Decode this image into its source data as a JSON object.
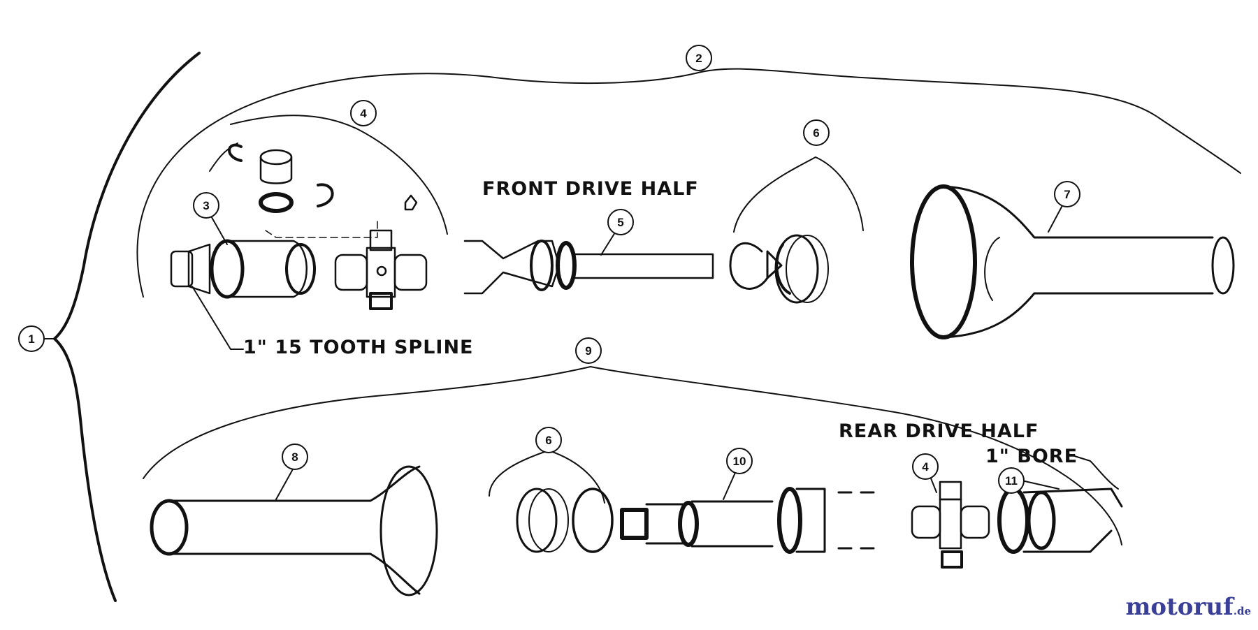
{
  "diagram": {
    "labels": {
      "front_drive_half": "FRONT DRIVE HALF",
      "spline": "1\" 15 TOOTH SPLINE",
      "rear_drive_half": "REAR DRIVE HALF",
      "bore": "1\" BORE"
    },
    "callouts": [
      "1",
      "2",
      "3",
      "4",
      "5",
      "6",
      "7",
      "8",
      "9",
      "10",
      "11",
      "4",
      "6"
    ]
  },
  "watermark": {
    "brand_main": "motoruf",
    "brand_tld": ".de"
  }
}
